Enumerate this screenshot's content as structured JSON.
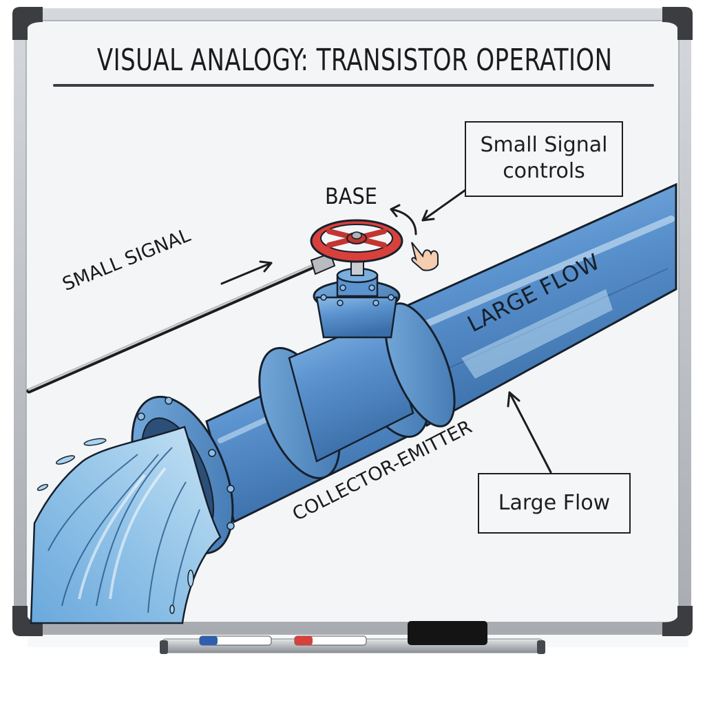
{
  "diagram": {
    "title": "VISUAL ANALOGY: TRANSISTOR OPERATION",
    "labels": {
      "base": "BASE",
      "small_signal": "SMALL SIGNAL",
      "pipe_text": "LARGE FLOW",
      "collector_emitter": "COLLECTOR-EMITTER"
    },
    "callouts": {
      "small_signal_controls": "Small Signal controls",
      "large_flow": "Large Flow"
    },
    "components": {
      "valve_wheel": "base control valve",
      "pipe": "collector-emitter pipe",
      "water": "water outflow",
      "signal_rod": "small signal rod",
      "hand": "hand turning valve"
    },
    "whiteboard_tray": {
      "items": [
        "blue marker",
        "red marker",
        "black eraser"
      ]
    },
    "colors": {
      "pipe_blue": "#5b93cf",
      "pipe_dark": "#2f5f95",
      "valve_red": "#d8403b",
      "water_light": "#a9d2ee",
      "board": "#f2f4f6",
      "frame": "#b9bdc2",
      "corner": "#3b3d40",
      "ink": "#1c1c1c"
    }
  }
}
